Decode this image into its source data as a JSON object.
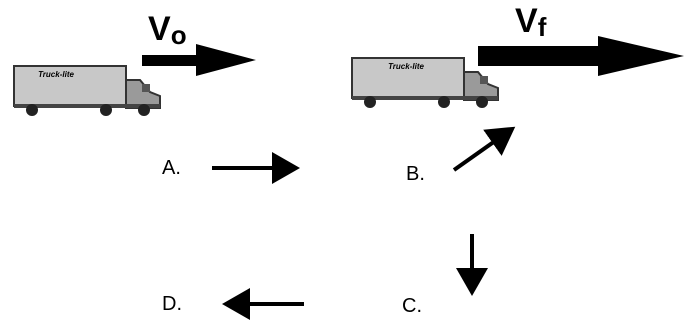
{
  "truck_initial": {
    "brand": "Truck-lite",
    "velocity_label": {
      "main": "V",
      "sub": "o"
    }
  },
  "truck_final": {
    "brand": "Truck-lite",
    "velocity_label": {
      "main": "V",
      "sub": "f"
    }
  },
  "options": [
    {
      "letter": "A.",
      "arrow_direction": "right"
    },
    {
      "letter": "B.",
      "arrow_direction": "up-right"
    },
    {
      "letter": "C.",
      "arrow_direction": "down"
    },
    {
      "letter": "D.",
      "arrow_direction": "left"
    }
  ],
  "colors": {
    "arrow": "#000000",
    "truck_box": "#c8c8c8",
    "truck_cab": "#9a9a9a",
    "outline": "#222222"
  }
}
